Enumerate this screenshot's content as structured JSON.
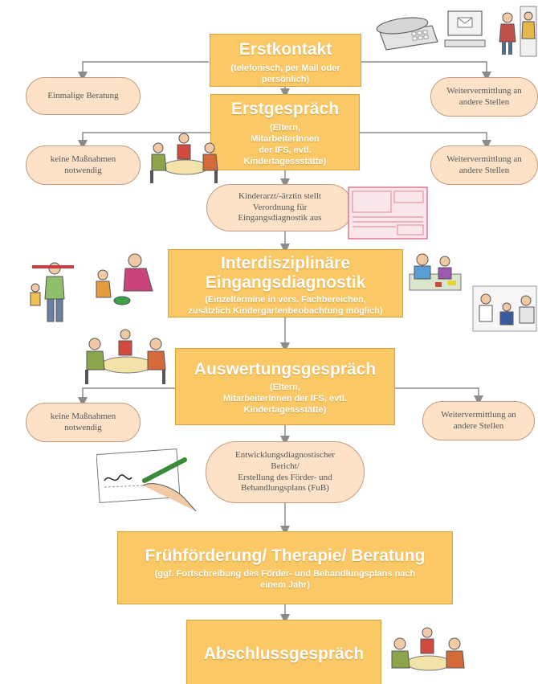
{
  "steps": {
    "erstkontakt": {
      "title": "Erstkontakt",
      "sub": "(telefonisch, per Mail oder\npersönlich)"
    },
    "erstgespraech": {
      "title": "Erstgespräch",
      "sub": "(Eltern,\nMitarbeiterInnen\nder IFS, evtl.\nKindertagessstätte)"
    },
    "eingangsdiagnostik": {
      "title": "Interdisziplinäre\nEingangsdiagnostik",
      "sub": "(Einzeltermine in vers. Fachbereichen,\nzusätzlich Kindergartenbeobachtung möglich)"
    },
    "auswertung": {
      "title": "Auswertungsgespräch",
      "sub": "(Eltern,\nMitarbeiterInnen der IFS, evtl.\nKindertagessstätte)"
    },
    "fruehfoerderung": {
      "title": "Frühförderung/ Therapie/ Beratung",
      "sub": "(ggf. Fortschreibung des Förder- und Behandlungsplans nach\neinem Jahr)"
    },
    "abschluss": {
      "title": "Abschlussgespräch"
    }
  },
  "ovals": {
    "einmalige": "Einmalige Beratung",
    "weiter1": "Weitervermittlung an\nandere Stellen",
    "keine1": "keine Maßnahmen\nnotwendig",
    "weiter2": "Weitervermittlung an\nandere Stellen",
    "kinderarzt": "Kinderarzt/-ärztin stellt\nVerordnung für\nEingangsdiagnostik aus",
    "keine2": "keine Maßnahmen\nnotwendig",
    "weiter3": "Weitervermittlung an\nandere Stellen",
    "bericht": "Entwicklungsdiagnostischer\nBericht/\nErstellung des Förder- und\nBehandlungsplans (FuB)"
  },
  "colors": {
    "box": "#fac865",
    "box_border": "#d9a23a",
    "oval": "#fde2c8",
    "oval_border": "#c79a7a",
    "line": "#8c8c8c"
  }
}
